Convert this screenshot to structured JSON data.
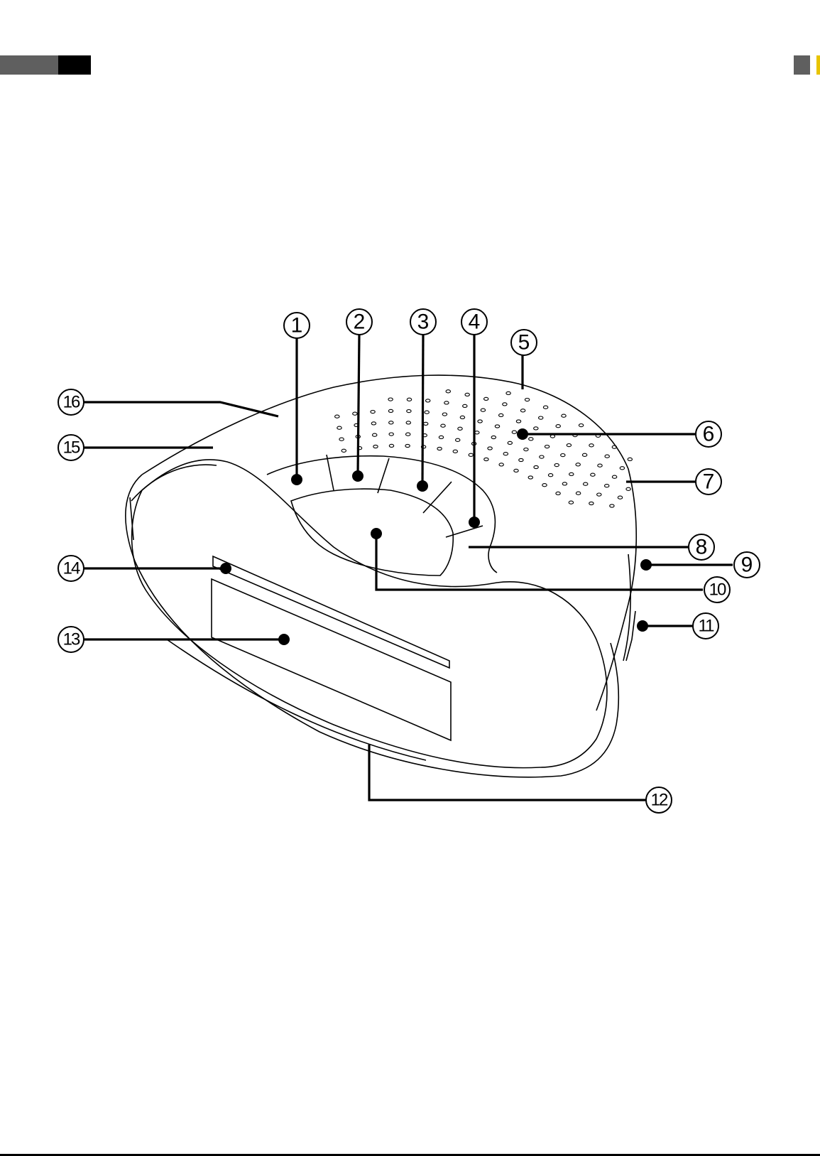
{
  "page": {
    "background": "#ffffff",
    "header_bars": {
      "left_colors": [
        "#5f5f5f",
        "#000000"
      ],
      "right_colors": [
        "#5f5f5f",
        "#e8c400"
      ]
    }
  },
  "diagram": {
    "subject": "clock-radio-product-drawing",
    "callouts": [
      {
        "id": 1,
        "label": "1"
      },
      {
        "id": 2,
        "label": "2"
      },
      {
        "id": 3,
        "label": "3"
      },
      {
        "id": 4,
        "label": "4"
      },
      {
        "id": 5,
        "label": "5"
      },
      {
        "id": 6,
        "label": "6"
      },
      {
        "id": 7,
        "label": "7"
      },
      {
        "id": 8,
        "label": "8"
      },
      {
        "id": 9,
        "label": "9"
      },
      {
        "id": 10,
        "label": "10"
      },
      {
        "id": 11,
        "label": "11"
      },
      {
        "id": 12,
        "label": "12"
      },
      {
        "id": 13,
        "label": "13"
      },
      {
        "id": 14,
        "label": "14"
      },
      {
        "id": 15,
        "label": "15"
      },
      {
        "id": 16,
        "label": "16"
      }
    ]
  }
}
